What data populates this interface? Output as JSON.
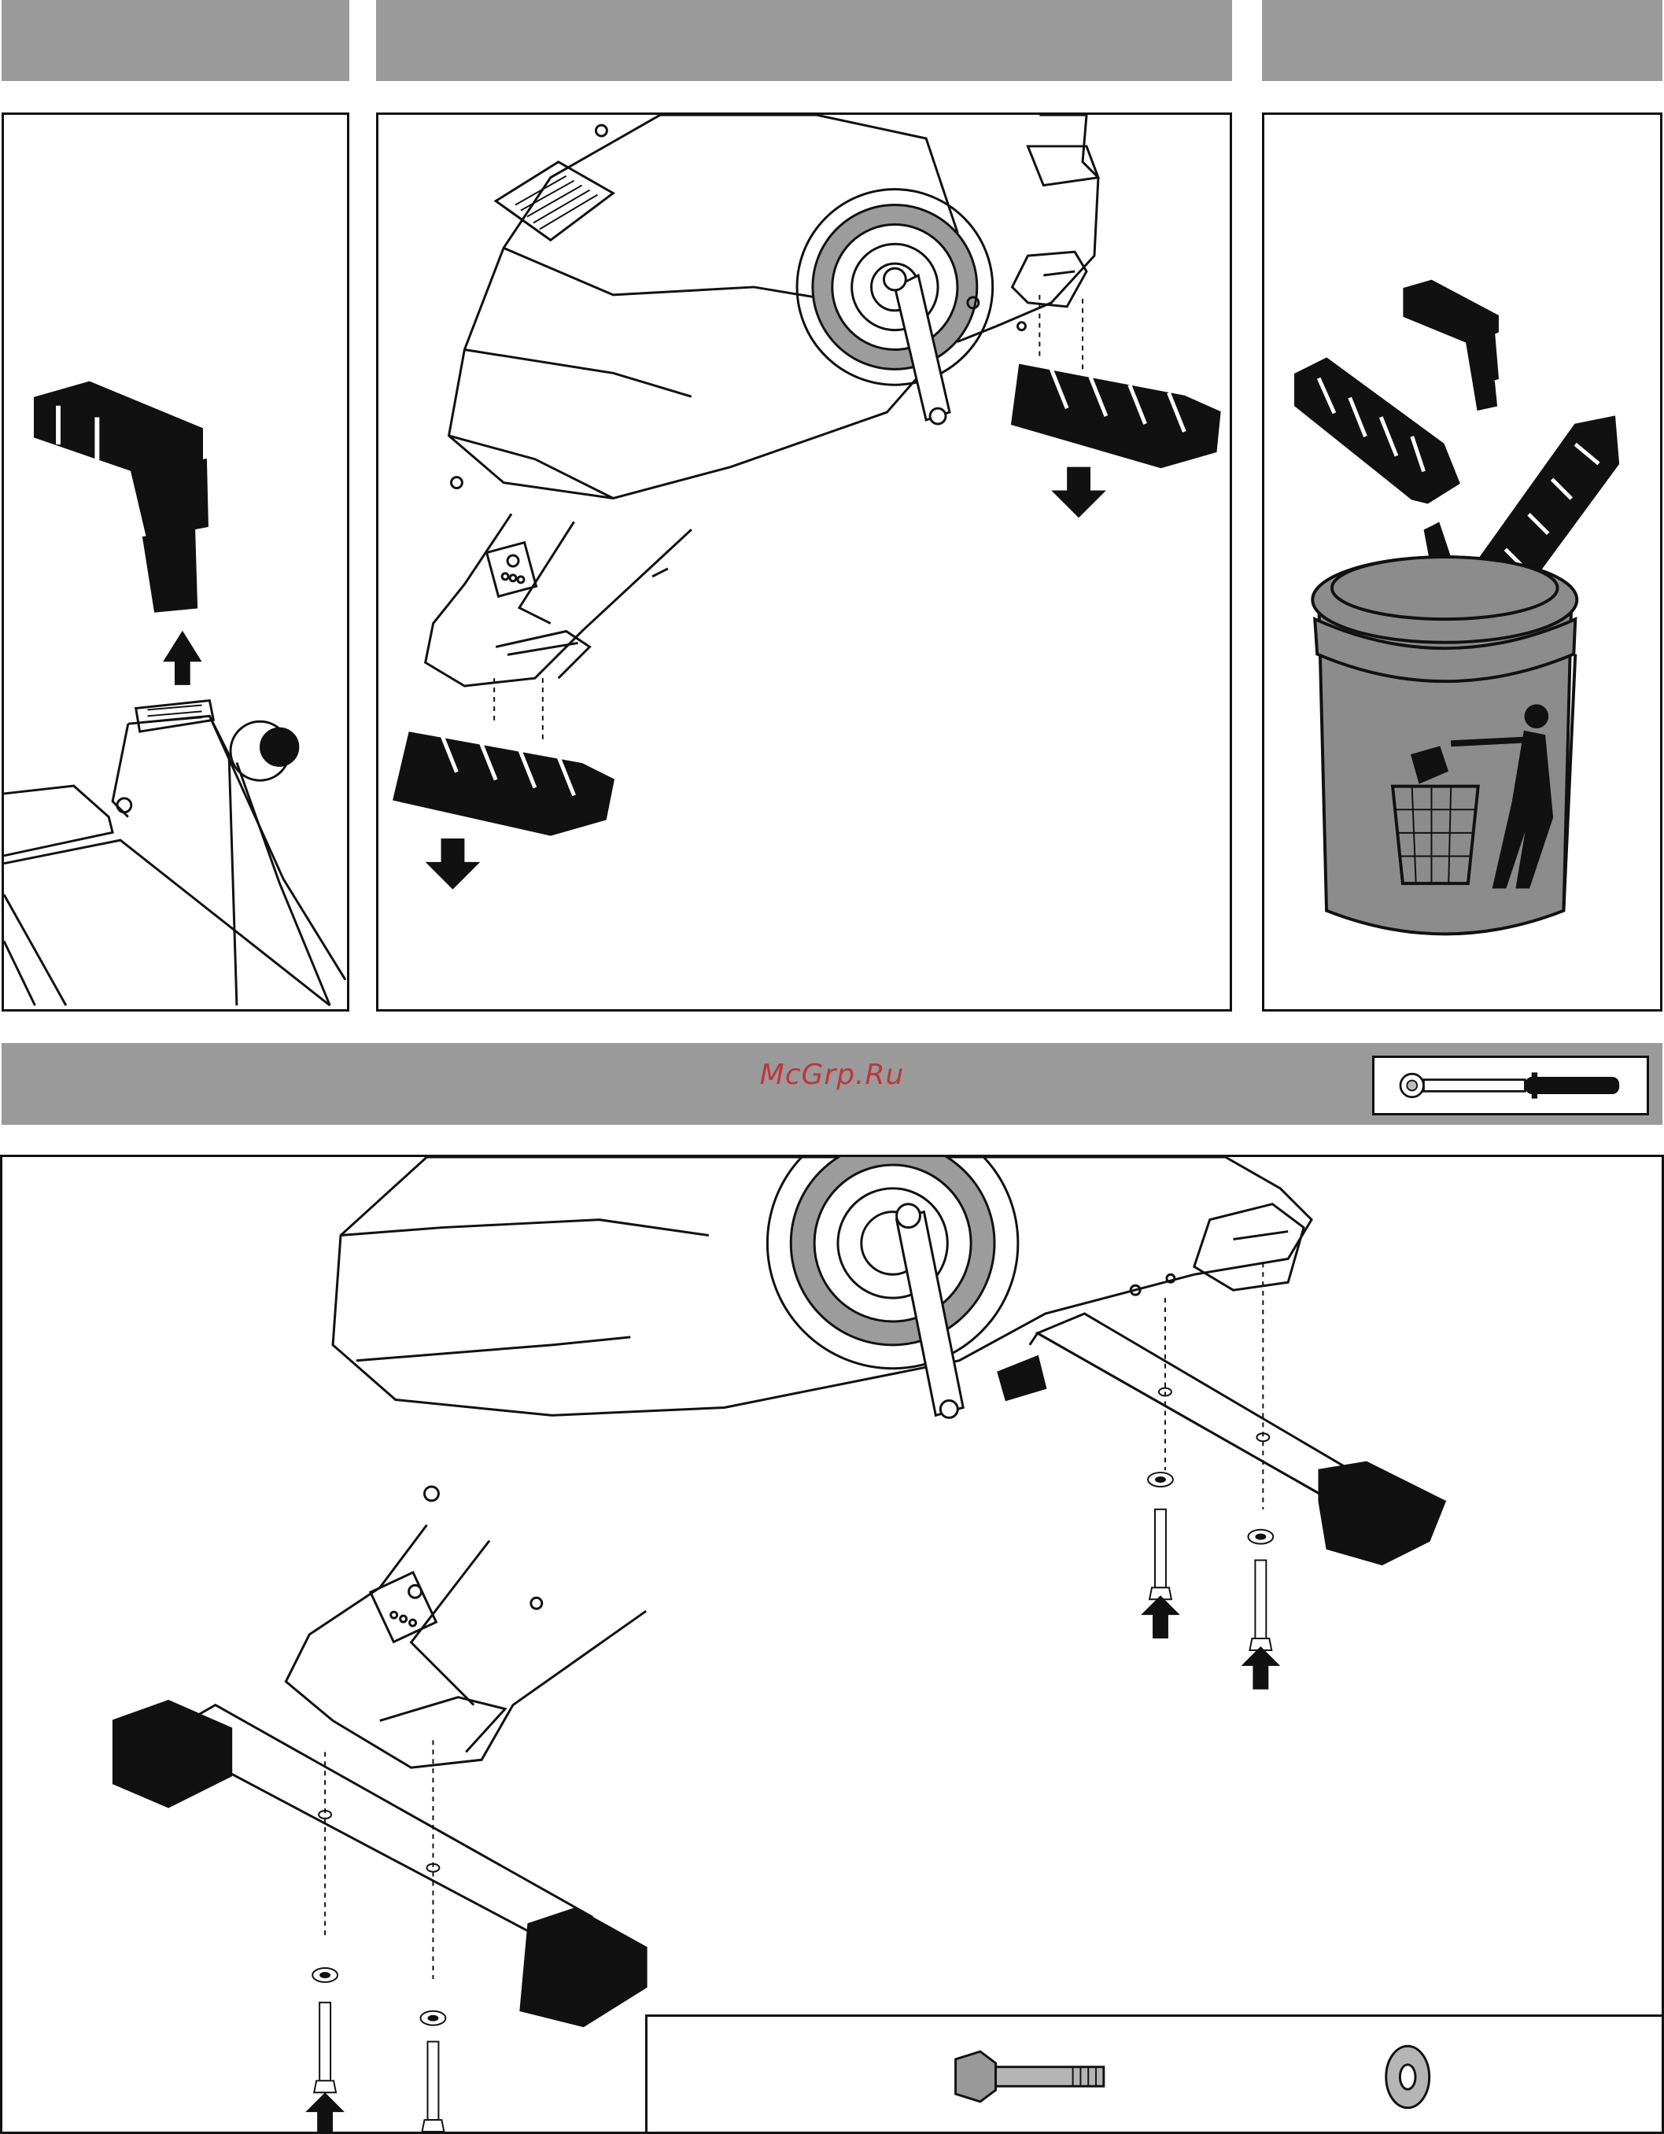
{
  "watermark": {
    "text": "McGrp.Ru"
  },
  "colors": {
    "header_gray": "#9a9a9a",
    "line": "#111111",
    "bin_gray": "#8c8c8c",
    "flywheel_gray": "#9c9c9c"
  },
  "icons": {
    "remove_arrow": "arrow-up-icon",
    "foot_drop_arrow": "arrow-down-icon",
    "bolt_insert_arrow": "arrow-up-icon",
    "tool": "torque-wrench-icon",
    "recycle": "trash-bin-icon"
  },
  "steps": [
    {
      "id": "remove-packaging-cap",
      "header_text": ""
    },
    {
      "id": "remove-transport-feet",
      "header_text": ""
    },
    {
      "id": "dispose-packaging",
      "header_text": ""
    },
    {
      "id": "attach-stabilizers",
      "header_text": ""
    }
  ],
  "parts": [
    {
      "id": "bolt",
      "icon": "bolt-icon"
    },
    {
      "id": "washer",
      "icon": "washer-icon"
    }
  ]
}
